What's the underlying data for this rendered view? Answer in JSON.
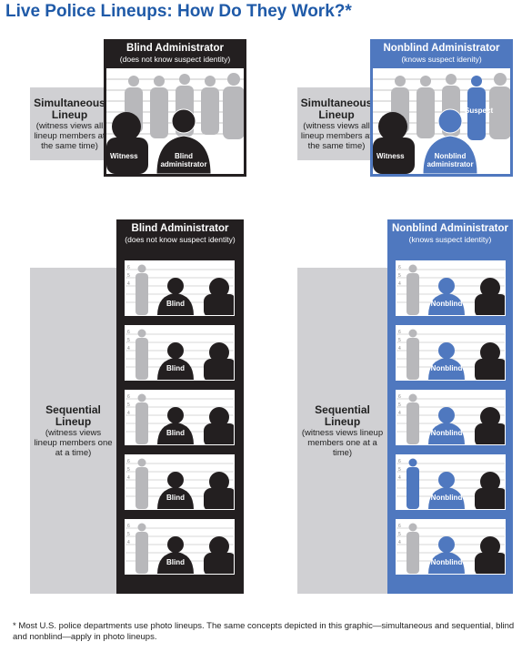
{
  "title": "Live Police Lineups: How Do They Work?*",
  "blind": {
    "header": "Blind Administrator",
    "subheader": "(does not know suspect identity)",
    "witness_label": "Witness",
    "admin_label": "Blind administrator",
    "seq_label": "Blind"
  },
  "nonblind": {
    "header": "Nonblind Administrator",
    "subheader_top": "(knows suspect idenity)",
    "subheader_seq": "(knows suspect identity)",
    "witness_label": "Witness",
    "admin_label": "Nonblind administrator",
    "suspect_label": "Suspect",
    "seq_label": "Nonblind"
  },
  "simultaneous": {
    "title_line1": "Simultaneous",
    "title_line2": "Lineup",
    "desc": "(witness views all lineup members at the same time)"
  },
  "sequential": {
    "title_line1": "Sequential",
    "title_line2": "Lineup",
    "desc": "(witness views lineup members one at a time)"
  },
  "height_marks": [
    "6",
    "5",
    "4"
  ],
  "footnote": "*  Most U.S. police departments use photo lineups. The same concepts depicted in this graphic—simultaneous and sequential, blind and nonblind—apply in photo lineups.",
  "colors": {
    "title": "#1f5aa8",
    "black_panel": "#231f20",
    "blue_panel": "#4f78bf",
    "side_gray": "#d0d0d3",
    "suspect_blue": "#4f78bf",
    "lineup_gray": "#b8b8bb"
  }
}
